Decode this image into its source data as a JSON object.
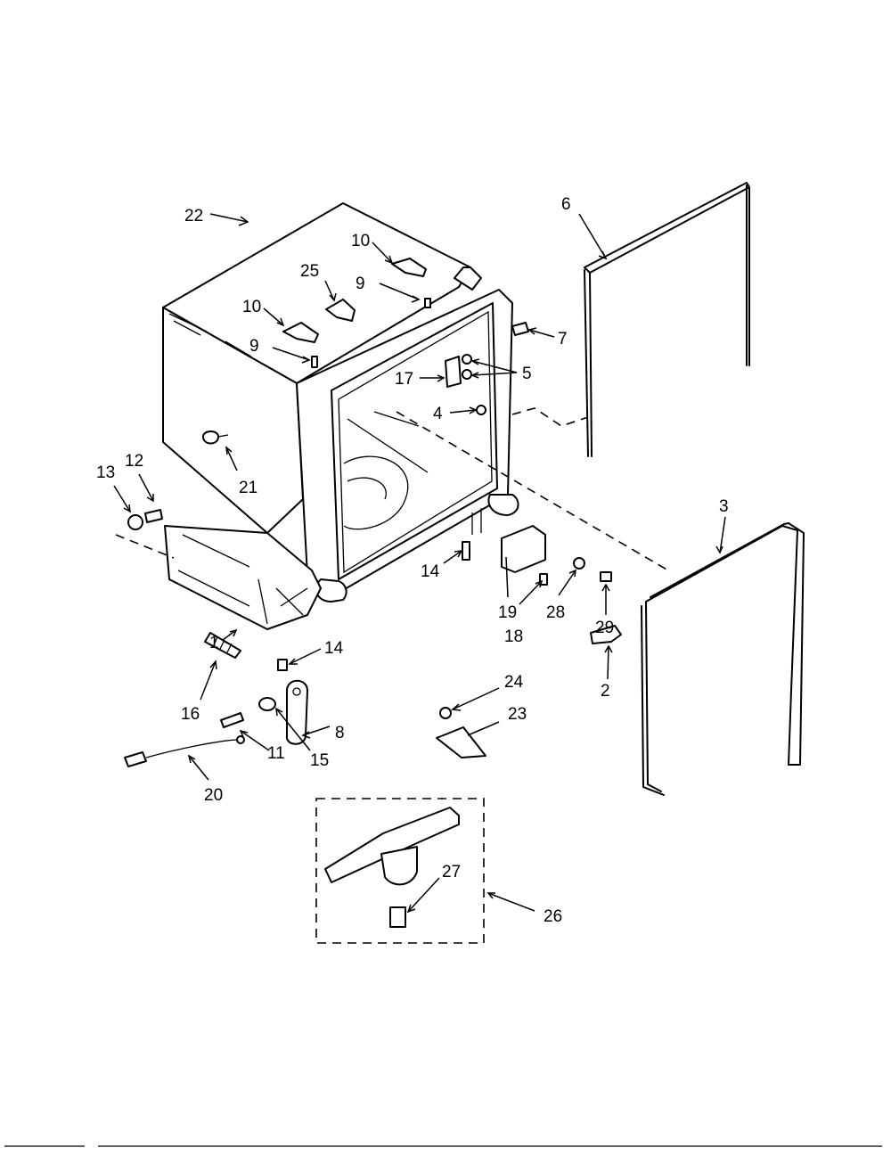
{
  "callouts": [
    {
      "id": "22",
      "text": "22"
    },
    {
      "id": "10a",
      "text": "10"
    },
    {
      "id": "10b",
      "text": "10"
    },
    {
      "id": "25",
      "text": "25"
    },
    {
      "id": "9a",
      "text": "9"
    },
    {
      "id": "9b",
      "text": "9"
    },
    {
      "id": "6",
      "text": "6"
    },
    {
      "id": "7",
      "text": "7"
    },
    {
      "id": "5",
      "text": "5"
    },
    {
      "id": "17",
      "text": "17"
    },
    {
      "id": "4",
      "text": "4"
    },
    {
      "id": "21",
      "text": "21"
    },
    {
      "id": "13",
      "text": "13"
    },
    {
      "id": "12",
      "text": "12"
    },
    {
      "id": "3",
      "text": "3"
    },
    {
      "id": "14a",
      "text": "14"
    },
    {
      "id": "14b",
      "text": "14"
    },
    {
      "id": "19",
      "text": "19"
    },
    {
      "id": "28",
      "text": "28"
    },
    {
      "id": "29",
      "text": "29"
    },
    {
      "id": "18",
      "text": "18"
    },
    {
      "id": "1",
      "text": "1"
    },
    {
      "id": "16",
      "text": "16"
    },
    {
      "id": "8",
      "text": "8"
    },
    {
      "id": "15",
      "text": "15"
    },
    {
      "id": "11",
      "text": "11"
    },
    {
      "id": "24",
      "text": "24"
    },
    {
      "id": "23",
      "text": "23"
    },
    {
      "id": "2",
      "text": "2"
    },
    {
      "id": "20",
      "text": "20"
    },
    {
      "id": "27",
      "text": "27"
    },
    {
      "id": "26",
      "text": "26"
    }
  ]
}
